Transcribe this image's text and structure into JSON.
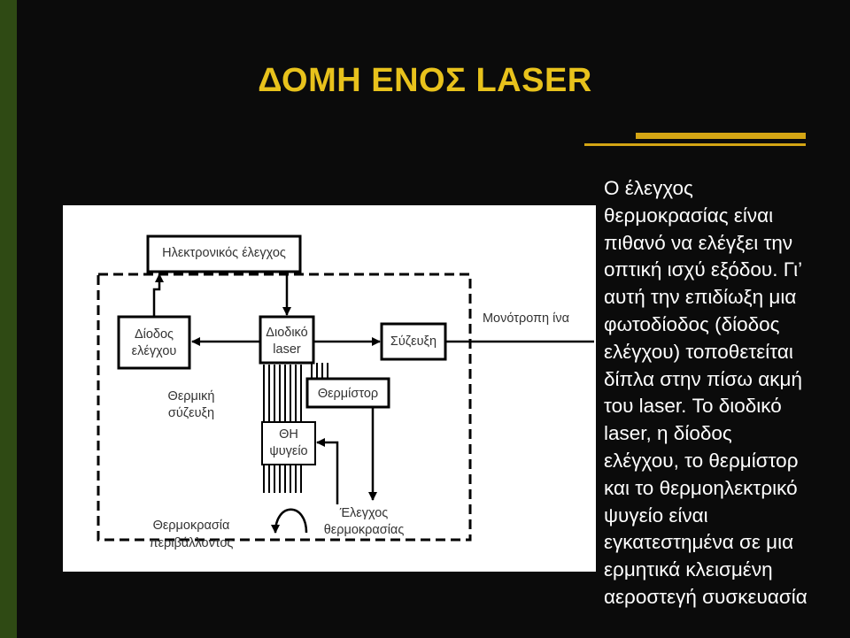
{
  "title": "ΔΟΜΗ ΕΝΟΣ LASER",
  "body_text": "Ο έλεγχος\nθερμοκρασίας είναι\nπιθανό να ελέγξει την\nοπτική ισχύ εξόδου. Γι’\nαυτή την επιδίωξη μια\nφωτοδίοδος (δίοδος\nελέγχου) τοποθετείται\nδίπλα στην πίσω ακμή\nτου laser. Το διοδικό\nlaser, η δίοδος\nελέγχου, το θερμίστορ\nκαι το θερμοηλεκτρικό\nψυγείο είναι\nεγκατεστημένα σε μια\nερμητικά κλεισμένη\nαεροστεγή συσκευασία",
  "diagram": {
    "electronic_control": "Ηλεκτρονικός έλεγχος",
    "control_diode_1": "Δίοδος",
    "control_diode_2": "ελέγχου",
    "laser_diode_1": "Διοδικό",
    "laser_diode_2": "laser",
    "coupling": "Σύζευξη",
    "single_mode_fiber": "Μονότροπη ίνα",
    "thermal_coupling_1": "Θερμική",
    "thermal_coupling_2": "σύζευξη",
    "thermistor": "Θερμίστορ",
    "te_cooler_1": "ΘΗ",
    "te_cooler_2": "ψυγείο",
    "ambient_temp_1": "Θερμοκρασία",
    "ambient_temp_2": "περιβάλλοντος",
    "temp_control_1": "Έλεγχος",
    "temp_control_2": "θερμοκρασίας"
  },
  "colors": {
    "title": "#e8c21c",
    "accent_gold": "#d4a514",
    "side_bar": "#2f4a14"
  }
}
